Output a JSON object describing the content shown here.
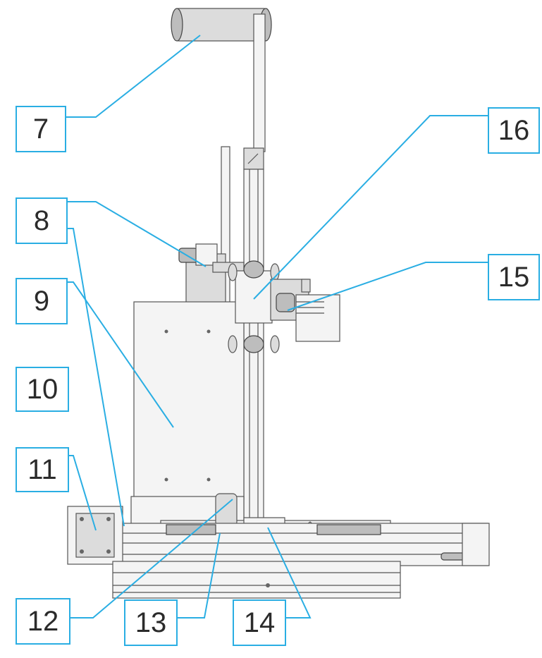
{
  "callouts": [
    {
      "id": "7",
      "text": "7"
    },
    {
      "id": "8",
      "text": "8"
    },
    {
      "id": "9",
      "text": "9"
    },
    {
      "id": "10",
      "text": "10"
    },
    {
      "id": "11",
      "text": "11"
    },
    {
      "id": "12",
      "text": "12"
    },
    {
      "id": "13",
      "text": "13"
    },
    {
      "id": "14",
      "text": "14"
    },
    {
      "id": "15",
      "text": "15"
    },
    {
      "id": "16",
      "text": "16"
    }
  ],
  "colors": {
    "callout_border": "#2aaee3",
    "leader_line": "#2aaee3",
    "callout_text": "#2b2b2b",
    "machine_outline": "#555555"
  }
}
